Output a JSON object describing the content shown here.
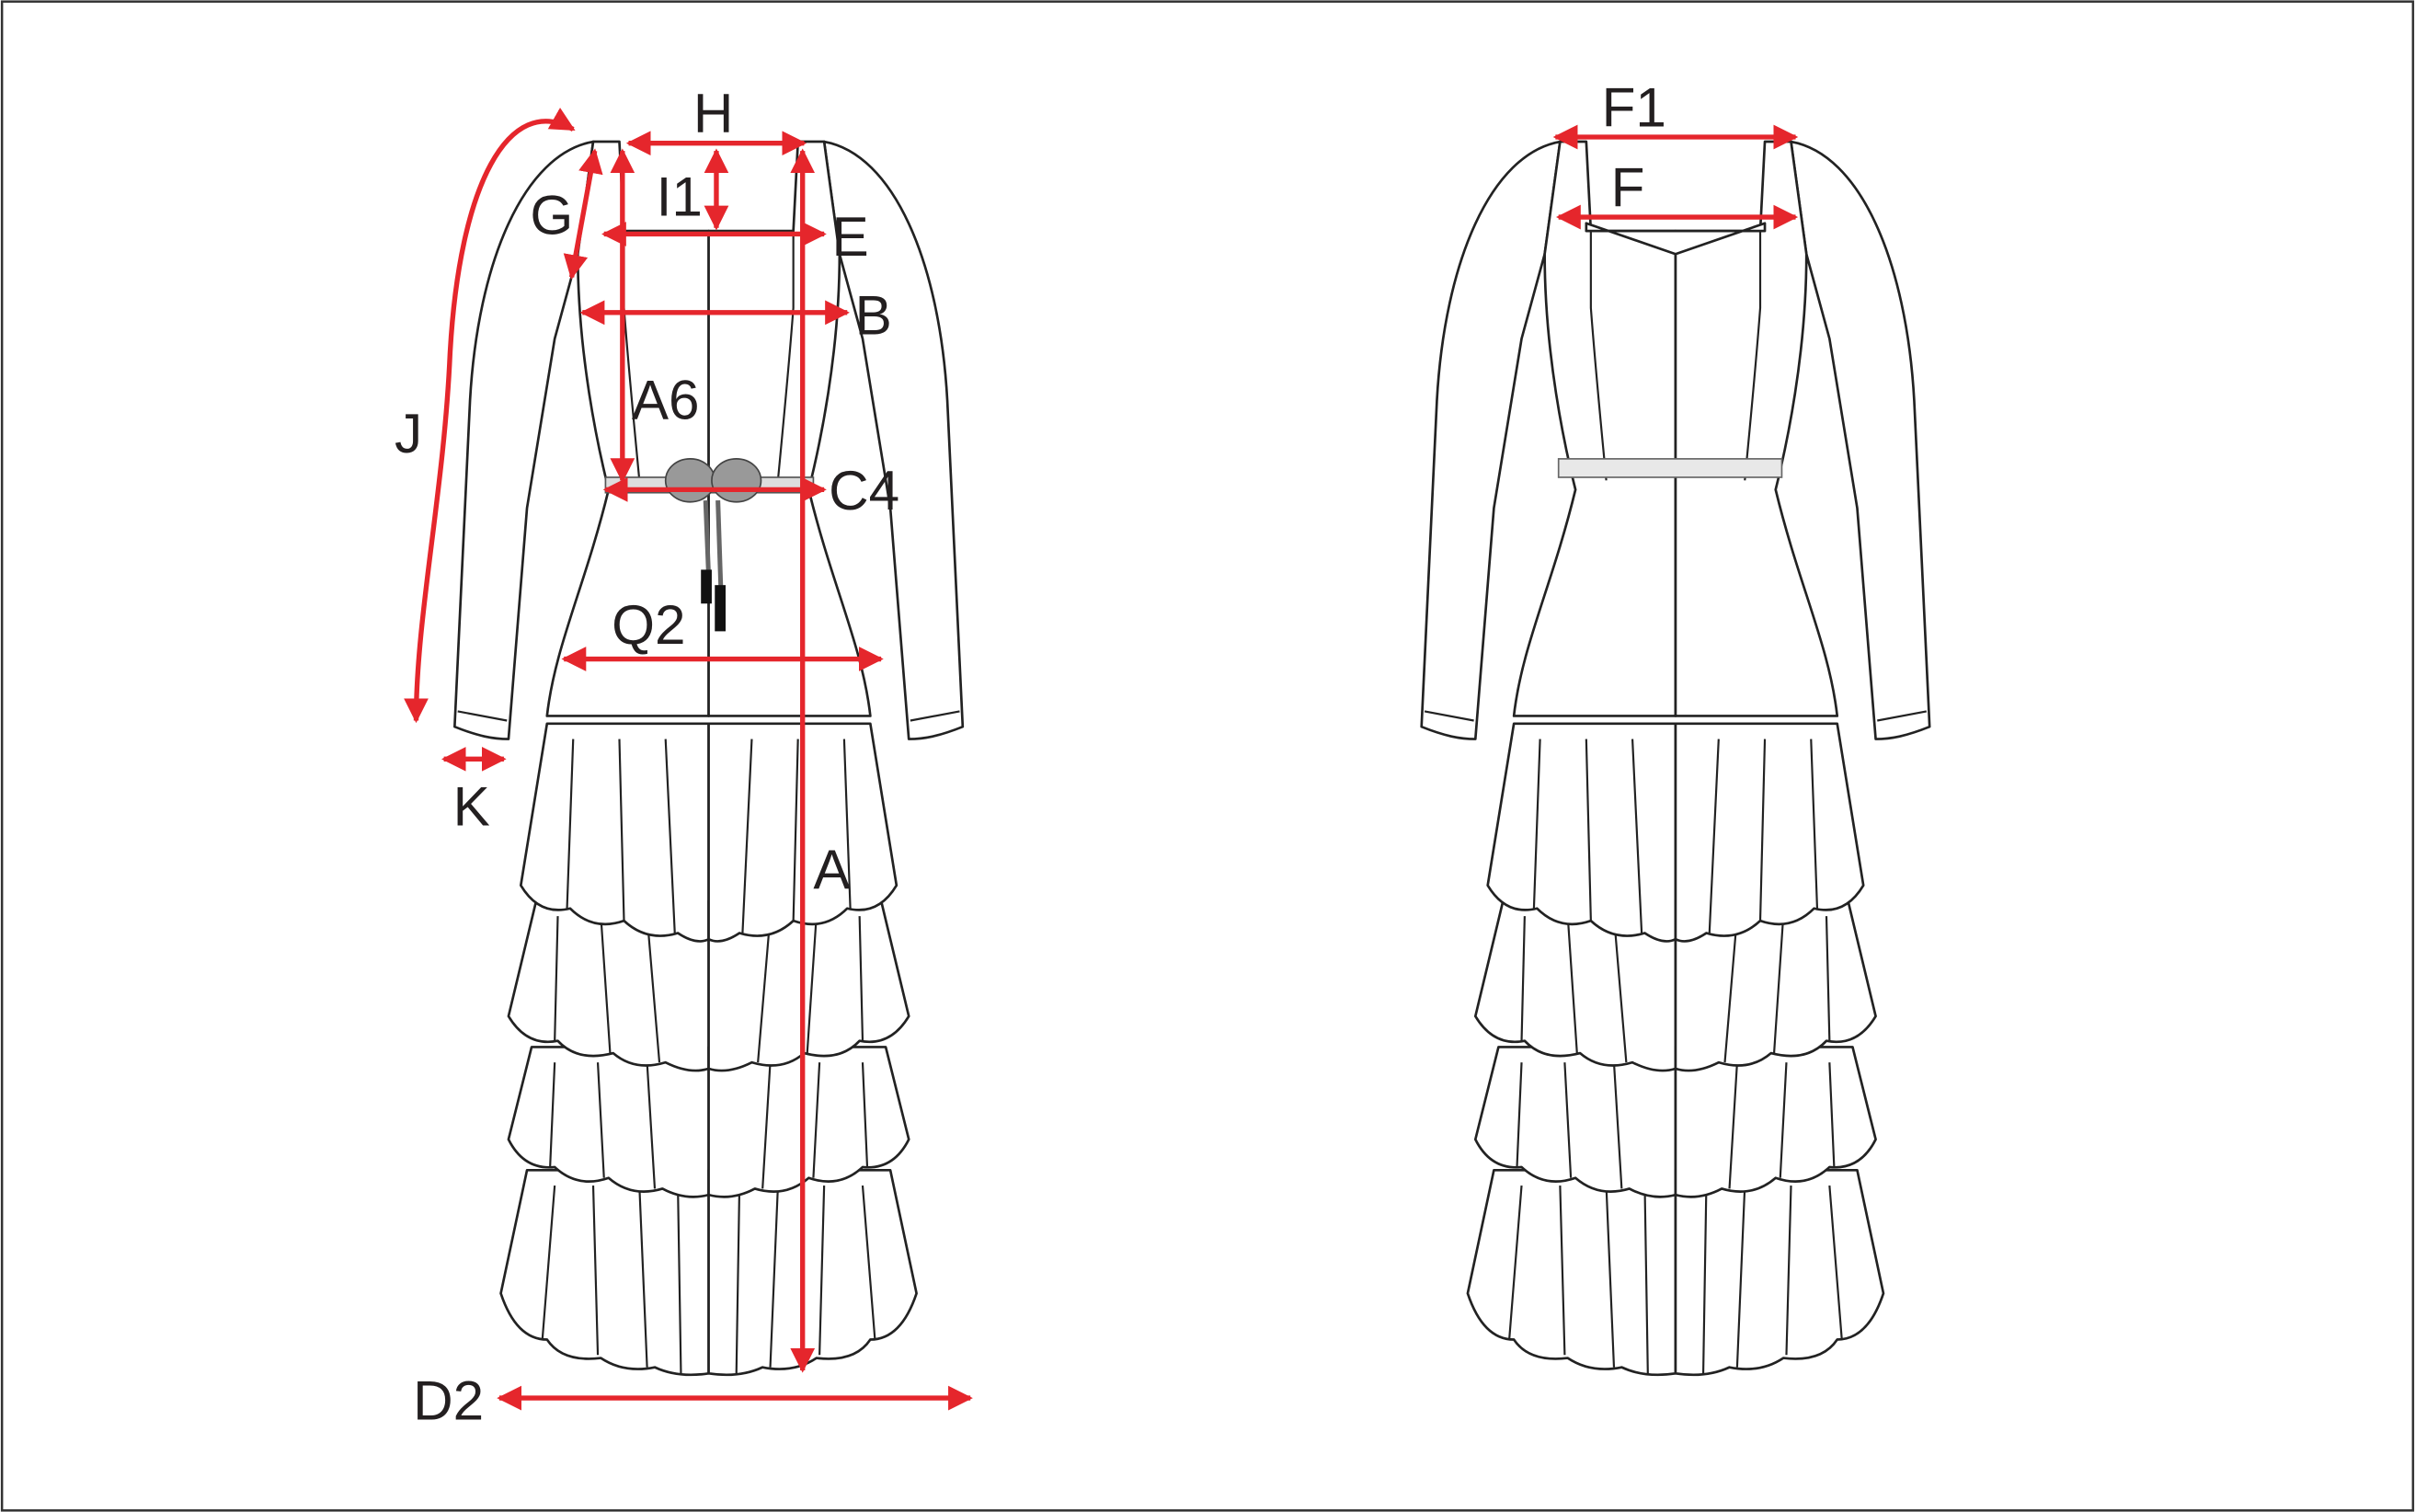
{
  "diagram": {
    "colors": {
      "arrow": "#e5262c",
      "outline": "#222222",
      "frame": "#333333"
    },
    "front_view": {
      "measurements": {
        "H": "H",
        "I1": "I1",
        "G": "G",
        "E": "E",
        "B": "B",
        "A6": "A6",
        "C4": "C4",
        "J": "J",
        "Q2": "Q2",
        "K": "K",
        "A": "A",
        "D2": "D2"
      }
    },
    "back_view": {
      "measurements": {
        "F1": "F1",
        "F": "F"
      }
    }
  }
}
